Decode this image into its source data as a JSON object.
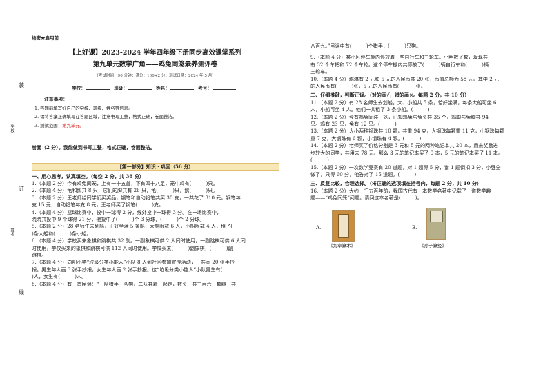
{
  "strip": {
    "label1": "装",
    "label2": "订",
    "label3": "线",
    "note1": "学校",
    "note2": "姓名"
  },
  "header": {
    "secret": "绝密★启用前",
    "title_line1": "【上好课】2023-2024 学年四年级下册同步高效课堂系列",
    "title_line2": "第九单元数学广角——鸡兔同笼素养测评卷",
    "info": "（考试时间：90 分钟；满分：100+2 分；测试日期：2024 年 5 月）",
    "field_school": "学校：",
    "field_class": "班级：",
    "field_name": "姓名：",
    "field_id": "考号："
  },
  "notice": {
    "heading": "注意事项：",
    "item1": "1. 答题前填写好自己的学校、班级、姓名等信息。",
    "item2": "2. 请将答案正确填写在答题区域，注意书写工整，格式正确，卷面整洁。",
    "item3_prefix": "3. 测试范围：",
    "item3_range": "第九单元。"
  },
  "neatness": "卷面（2 分）。我能做到书写工整，格式正确，卷面整洁。",
  "part1": "【第一部分】知识 · 巩固（56 分）",
  "section1": "一、用心思考，认真填空。（每空 2 分，共 36 分）",
  "q1": "1.（本题 2 分）今有鸡兔同笼，上有一十五首，下有四十八足，笼中鸡有(　　　)只。",
  "q2": "2.（本题 4 分）龟和鹅共 8 只，它们的脚共有 26 只，龟(　　　)只，鹅(　　　)只。",
  "q3a": "3.（本题 2 分）王老师给同学们买奖品，钢笔和自动铅笔共买 30 支，一共花了 310 元。钢笔每",
  "q3b": "支 15 元，自动铅笔每支 8 元，王老师买了钢笔(　　　)支。",
  "q4a": "4.（本题 4 分）篮球比赛中，投中一球得 2 分，线外投中一球得 3 分。在一场比赛中，",
  "q4b": "晓晓共投中 9 个球得 21 分，他投中了(　　　)个 3 分球，(　　　)个 2 分球。",
  "q5a": "5.（本题 2 分）28 名师生去划船，正好坐满 5 条船，大船限载 6 人，小船限载 4 人，租了(",
  "q5b": ")条大船和(　　　)条小船。",
  "q6a": "6.（本题 4 分）学校买来象棋和跳棋共 32 副。一副象棋可供 2 人同时使用，一副跳棋可供 6 人同",
  "q6b": "时使用，学校买来的象棋和跳棋可供 112 人同时使用。学校买来(　　　)副象棋，(　　　)副",
  "q6c": "跳棋。",
  "q7a": "7.（本题 4 分）向阳小学“垃圾分类小能人”小队 8 人到社区参加宣传活动，一共画 20 张手抄",
  "q7b": "报。男生每人画 3 张手抄报，女生每人画 2 张手抄报。这“垃圾分类小能人”小队男生有(",
  "q7c": ")人，女生有(　　　)人。",
  "q8a": "8.（本题 4 分）有一首民谣：“一队猎手一队狗，二队并着一起走，数头一共三百六，数腿一共",
  "q8b": "八百九。”民谣中有(　　　)个猎手，(　　　)只狗。",
  "q9a": "9.（本题 4 分）某小区停车棚内停放着一些自行车和三轮车。小明数了数，发现共",
  "q9b": "有 32 个车把和 72 个车轮。这个停车棚内共停放了(　　　)辆自行车和(　　　)辆",
  "q9c": "三轮车。",
  "q10a": "10.（本题 4 分）琳琳有 2 元和 5 元的人民币共 20 张，币值总额为 58 元。其中 2 元",
  "q10b": "的人民币有(　　　)张，5 元的人民币有(　　　)张。",
  "section2": "二、仔细推敲，判断正误。（对的画√，错的画×。每题 2 分，共 10 分）",
  "q11a": "11.（本题 2 分）有 28 名师生去划船，大、小船共 5 条，恰好坐满，每条大船可坐 6",
  "q11b": "人，小船可坐 4 人。他们一共租了 3 条小船。(　　　)",
  "q12a": "12.（本题 2 分）今有鸡兔同装一笼，已知鸡兔与兔头共 35 个，鸡脚与兔脚共 94",
  "q12b": "只。鸡有 23 只，兔有 12 只。(　　　)",
  "q13a": "13.（本题 2 分）大小两种钢珠共 10 颗，共重 94 克，大钢珠每颗重 11 克，小钢珠每颗",
  "q13b": "重 7 克，大钢珠有 6 颗，小钢珠有 4 颗。(　　　)",
  "q14a": "14.（本题 2 分）老师买了价格分别是 3 元和 5 元的两种笔记本共 20 本，用来奖励进",
  "q14b": "步较大的同学，共用去 78 元。那么 3 元的笔记本买了 9 本，5 元的笔记本买了 11 本。",
  "q14c": "(　　　)",
  "q15a": "15.（本题 2 分）一次数学竞赛有 20 道题，对 1 题得 5 分，错 1 题倒扣 3 分，小强全",
  "q15b": "做了，只得 60 分，他答对了 15 道题。(　　　)",
  "section3": "三、反复比较，合理选择。（将正确的选项填在括号内，每题 2 分，共 10 分）",
  "q16a": "16.（本题 2 分）大约一千五百年前，我国古代有一本数学名著中记载了一道数学趣",
  "q16b": "题——“鸡兔同笼”问题。请问这本名著是(　　　)。",
  "optA_label": "A.",
  "optB_label": "B.",
  "optA_caption": "《九章算术》",
  "optB_caption": "《孙子算经》"
}
